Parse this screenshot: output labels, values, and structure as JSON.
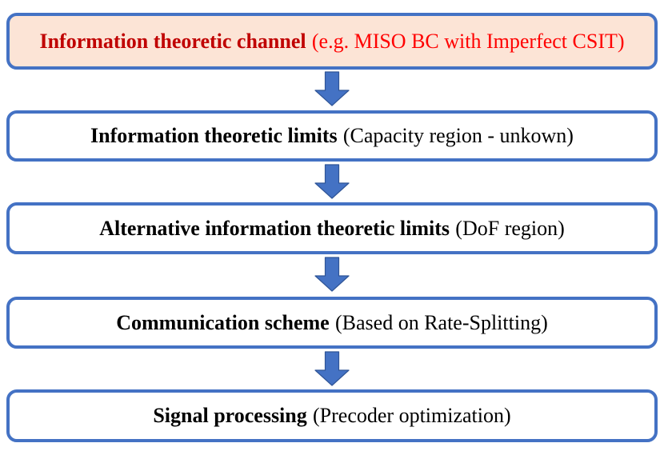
{
  "flowchart": {
    "description": "vertical-flowchart",
    "steps": [
      {
        "title": "Information theoretic channel",
        "detail": "(e.g. MISO BC with Imperfect CSIT)",
        "highlighted": true
      },
      {
        "title": "Information theoretic limits",
        "detail": "(Capacity region - unkown)",
        "highlighted": false
      },
      {
        "title": "Alternative information theoretic limits",
        "detail": "(DoF region)",
        "highlighted": false
      },
      {
        "title": "Communication scheme",
        "detail": "(Based on Rate-Splitting)",
        "highlighted": false
      },
      {
        "title": "Signal processing",
        "detail": "(Precoder optimization)",
        "highlighted": false
      }
    ],
    "connector_icon": "down-block-arrow"
  },
  "colors": {
    "page_background": "#FFFFFF",
    "box_border": "#4472C4",
    "arrow_fill": "#4472C4",
    "arrow_outline": "#2F5597",
    "highlight_box_fill": "#FCE4D6",
    "highlight_title_text": "#C00000",
    "highlight_detail_text": "#FF0000",
    "body_text": "#000000"
  }
}
